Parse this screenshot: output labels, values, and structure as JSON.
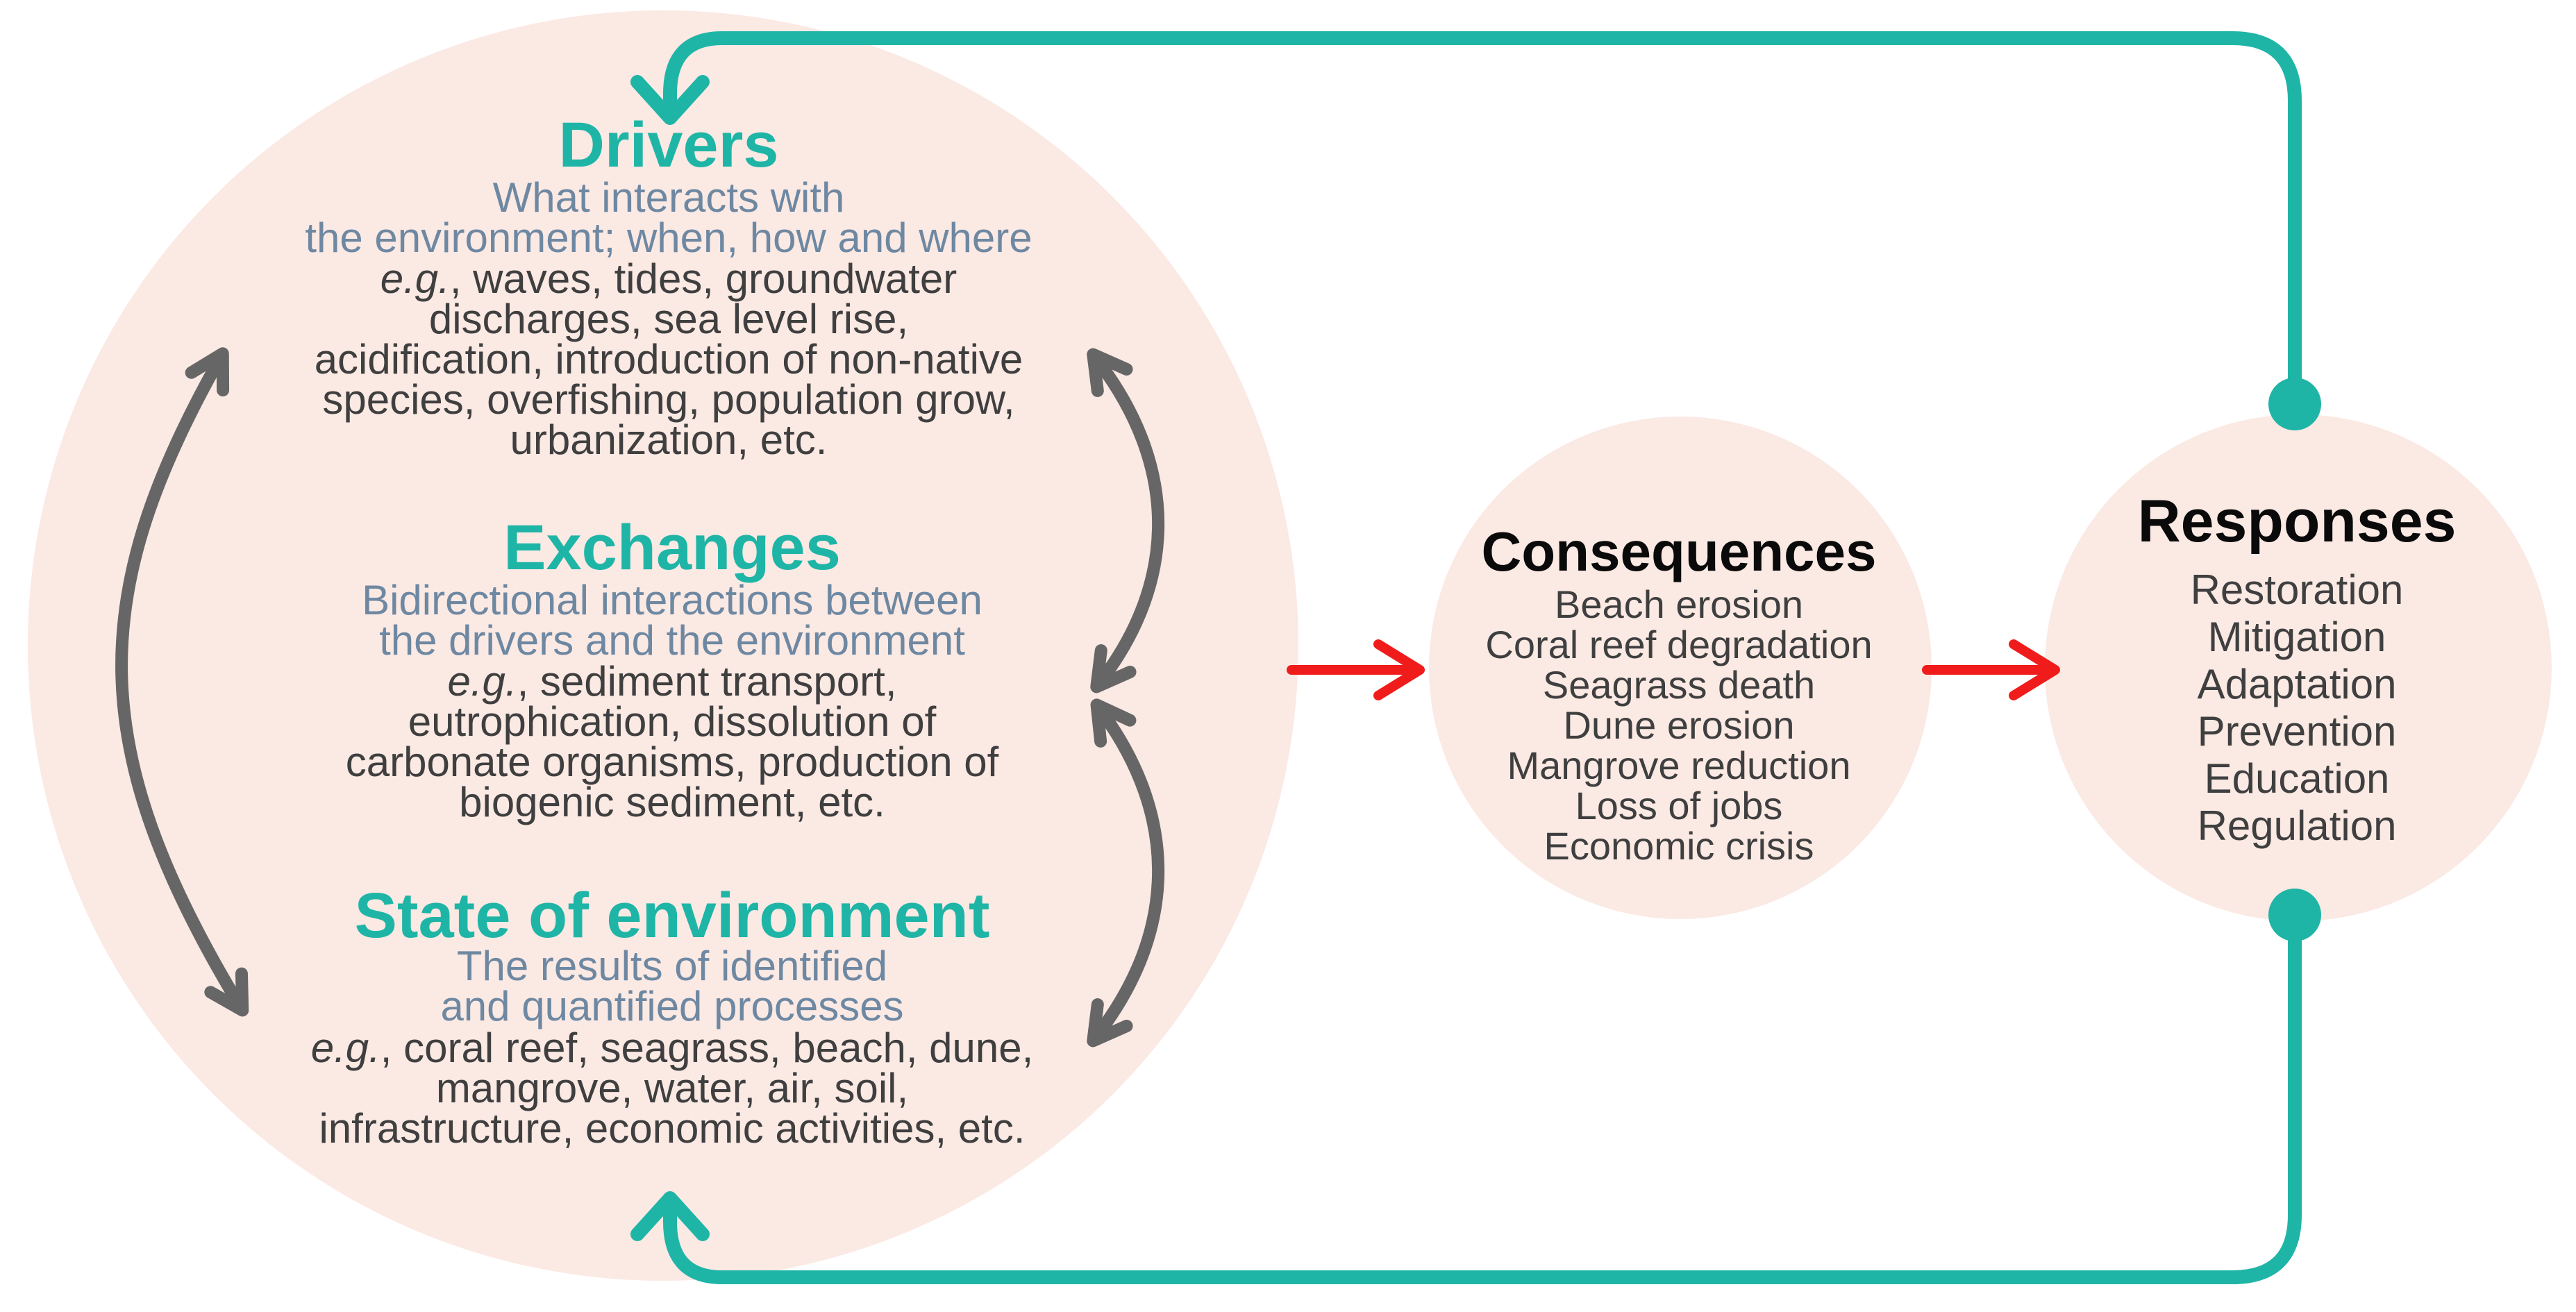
{
  "colors": {
    "circle_fill": "#fbe9e4",
    "teal": "#1fb5a6",
    "red_arrow": "#f01c1c",
    "gray_arrow": "#666666",
    "subtitle_blue": "#6e88a2",
    "body_text": "#3f3f3f",
    "heading_black": "#0a0a0a"
  },
  "drivers": {
    "title": "Drivers",
    "subtitle": [
      "What interacts with",
      "the environment; when, how and where"
    ],
    "eg": "e.g.",
    "examples": [
      ", waves, tides, groundwater",
      "discharges, sea level rise,",
      "acidification, introduction of non-native",
      "species, overfishing, population grow,",
      "urbanization, etc."
    ]
  },
  "exchanges": {
    "title": "Exchanges",
    "subtitle": [
      "Bidirectional interactions between",
      "the drivers and the environment"
    ],
    "eg": "e.g.",
    "examples": [
      ", sediment transport,",
      "eutrophication, dissolution of",
      "carbonate organisms, production of",
      "biogenic sediment, etc."
    ]
  },
  "state": {
    "title": "State of environment",
    "subtitle": [
      "The results of identified",
      "and quantified processes"
    ],
    "eg": "e.g.",
    "examples": [
      ", coral reef, seagrass, beach, dune,",
      "mangrove, water, air, soil,",
      "infrastructure, economic activities, etc."
    ]
  },
  "consequences": {
    "title": "Consequences",
    "items": [
      "Beach erosion",
      "Coral reef degradation",
      "Seagrass death",
      "Dune erosion",
      "Mangrove reduction",
      "Loss of jobs",
      "Economic crisis"
    ]
  },
  "responses": {
    "title": "Responses",
    "items": [
      "Restoration",
      "Mitigation",
      "Adaptation",
      "Prevention",
      "Education",
      "Regulation"
    ]
  }
}
